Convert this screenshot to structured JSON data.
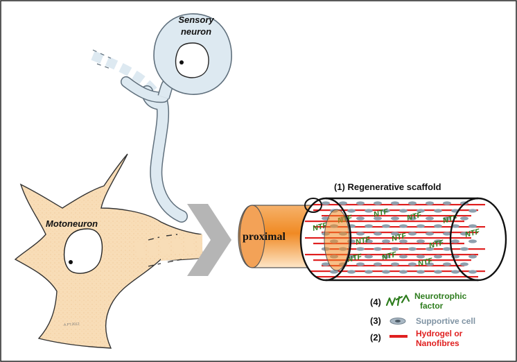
{
  "labels": {
    "sensory_line1": "Sensory",
    "sensory_line2": "neuron",
    "motoneuron": "Motoneuron",
    "proximal": "proximal",
    "scaffold": "(1) Regenerative scaffold",
    "artist_signature": "A.FT.2012"
  },
  "legend": [
    {
      "number": "(4)",
      "text_lines": [
        "Neurotrophic",
        "factor"
      ],
      "color": "#2e7d1e",
      "icon": "neurotrophic-factor-icon"
    },
    {
      "number": "(3)",
      "text_lines": [
        "Supportive cell"
      ],
      "color": "#7f93a3",
      "icon": "supportive-cell-icon"
    },
    {
      "number": "(2)",
      "text_lines": [
        "Hydrogel or",
        "Nanofibres"
      ],
      "color": "#e02020",
      "icon": "hydrogel-nanofibre-icon"
    }
  ],
  "scaffold_mark_text": "NTF",
  "colors": {
    "sensory_fill": "#dde9f1",
    "sensory_stroke": "#5f6f7c",
    "motoneuron_fill": "#f8ddb7",
    "motoneuron_stroke": "#333333",
    "arrow": "#b5b5b5",
    "proximal_orange": "#f08a24",
    "fibre_red": "#e02020",
    "ntf_green": "#2e7d1e",
    "cell_grey": "#8fa0ae"
  }
}
